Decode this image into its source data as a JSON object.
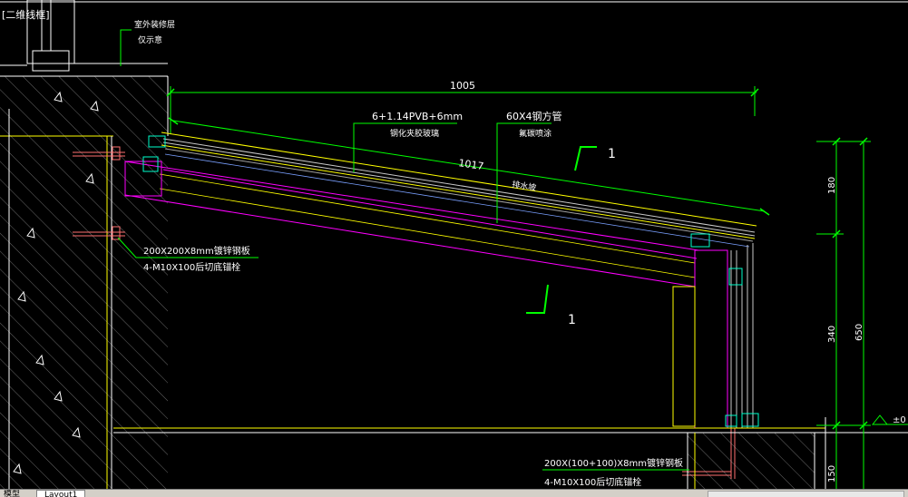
{
  "viewport": {
    "label": "[二维线框]"
  },
  "tabs": {
    "model": "模型",
    "layout": "Layout1"
  },
  "colors": {
    "background": "#000000",
    "dimension": "#00ff00",
    "glass": "#ffff00",
    "steel_tube": "#ff00ff",
    "profile": "#c8c8c8",
    "wall_line": "#ffffff",
    "hatch": "#cfcfcf",
    "bolt": "#ff7070"
  },
  "annotations": {
    "top_note_1": "室外装修层",
    "top_note_2": "仅示意",
    "glass_spec": "6+1.14PVB+6mm",
    "glass_spec_sub": "钢化夹胶玻璃",
    "tube_spec": "60X4钢方管",
    "tube_spec_sub": "氟碳喷涂",
    "slope_note": "排水坡",
    "plate_left_1": "200X200X8mm镀锌钢板",
    "plate_left_2": "4-M10X100后切底锚栓",
    "plate_bottom_1": "200X(100+100)X8mm镀锌钢板",
    "plate_bottom_2": "4-M10X100后切底锚栓",
    "elevation_mark": "±0"
  },
  "dimensions": {
    "horizontal_span": "1005",
    "sloped_length": "1017",
    "dim_180": "180",
    "dim_340": "340",
    "dim_650": "650",
    "dim_150": "150"
  },
  "section_marks": {
    "upper": "1",
    "lower": "1"
  }
}
